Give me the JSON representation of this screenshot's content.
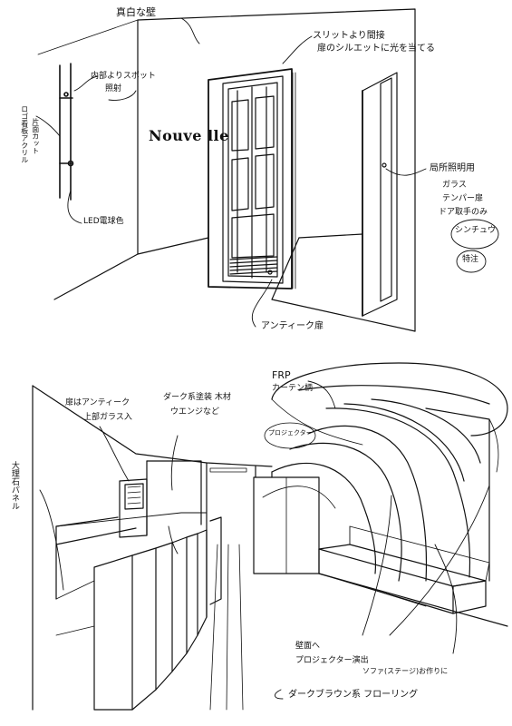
{
  "logo_text": "Nouve lle",
  "top_sketch": {
    "wall_note": "真白な壁",
    "door_note_1": "スリットより間接",
    "door_note_2": "扉のシルエットに光を当てる",
    "logo_note_1": "ロゴ看板アクリル",
    "logo_note_2": "片面カット",
    "lighting_note_1": "内部よりスポット",
    "lighting_note_2": "照射",
    "led_note": "LED電球色",
    "right_note_1": "局所照明用",
    "right_note_2": "ガラス",
    "right_note_3": "テンパー扉",
    "right_note_4": "ドア取手のみ",
    "right_note_5": "シンチュウ",
    "right_note_6": "特注",
    "antique_note": "アンティーク扉"
  },
  "bottom_sketch": {
    "door_note_1": "扉はアンティーク",
    "door_note_2": "上部ガラス入",
    "wood_note_1": "ダーク系塗装 木材",
    "wood_note_2": "ウエンジなど",
    "panel_note": "大理石パネル",
    "frp_note_1": "FRP",
    "frp_note_2": "カーテン柄",
    "projector_note": "プロジェクター",
    "wall_note": "壁面へ",
    "projector_note_2": "プロジェクター演出",
    "sofa_note": "ソファ(ステージ)お作りに",
    "floor_note": "ダークブラウン系 フローリング"
  },
  "colors": {
    "ink": "#111111",
    "paper": "#ffffff"
  }
}
